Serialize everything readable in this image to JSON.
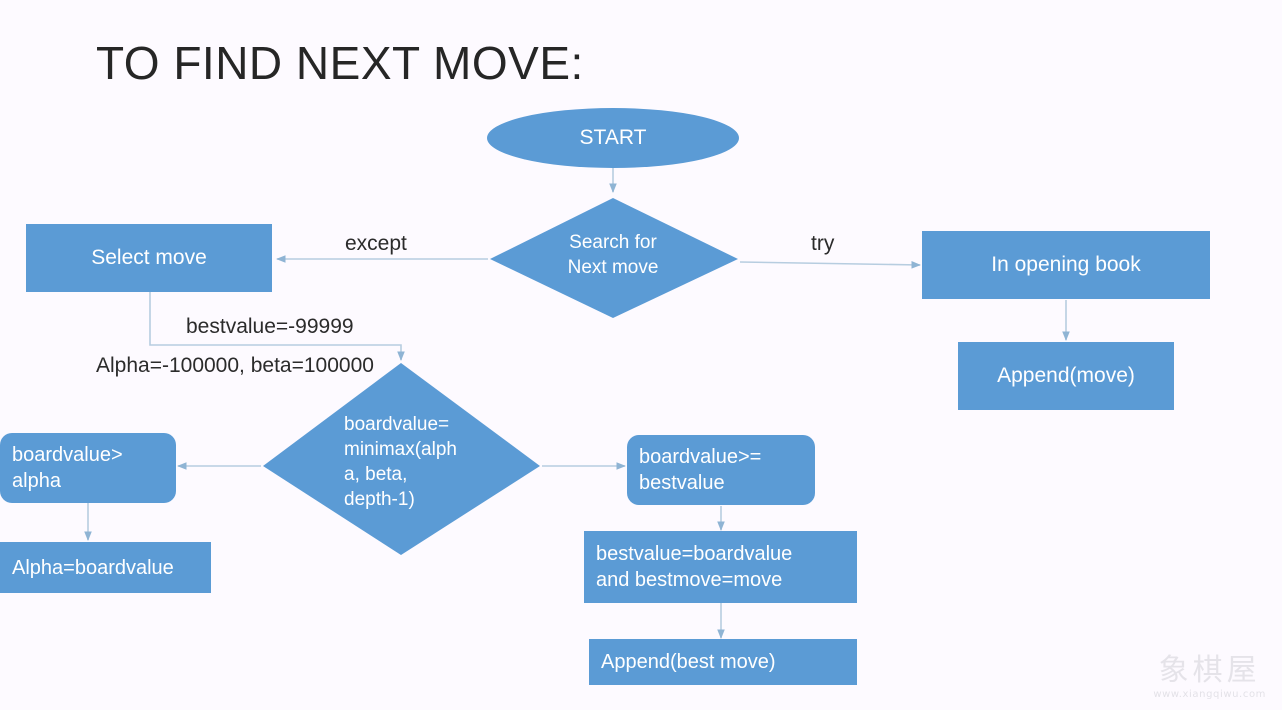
{
  "page": {
    "title": "TO FIND NEXT MOVE:",
    "background_color": "#fdfaff",
    "node_color": "#5b9bd5",
    "connector_color": "#b7cde0",
    "text_color": "#ffffff"
  },
  "nodes": {
    "start": {
      "label": "START",
      "shape": "ellipse"
    },
    "search": {
      "label": "Search for\nNext move",
      "shape": "diamond"
    },
    "select_move": {
      "label": "Select move",
      "shape": "rect"
    },
    "opening_book": {
      "label": "In opening book",
      "shape": "rect"
    },
    "append_move": {
      "label": "Append(move)",
      "shape": "rect"
    },
    "minimax": {
      "label": "boardvalue=\nminimax(alph\na, beta,\ndepth-1)",
      "shape": "diamond"
    },
    "boardvalue_gt_alpha": {
      "label": "boardvalue>\nalpha",
      "shape": "rounded"
    },
    "alpha_assign": {
      "label": "Alpha=boardvalue",
      "shape": "rect"
    },
    "boardvalue_ge_bestvalue": {
      "label": "boardvalue>=\nbestvalue",
      "shape": "rounded"
    },
    "bestvalue_assign": {
      "label": "bestvalue=boardvalue\nand bestmove=move",
      "shape": "rect"
    },
    "append_best_move": {
      "label": "Append(best move)",
      "shape": "rect"
    }
  },
  "edge_labels": {
    "except": "except",
    "try": "try",
    "bestvalue_init": "bestvalue=-99999",
    "alpha_beta_init": "Alpha=-100000, beta=100000"
  },
  "watermark": {
    "name": "象棋屋",
    "url": "www.xiangqiwu.com"
  }
}
